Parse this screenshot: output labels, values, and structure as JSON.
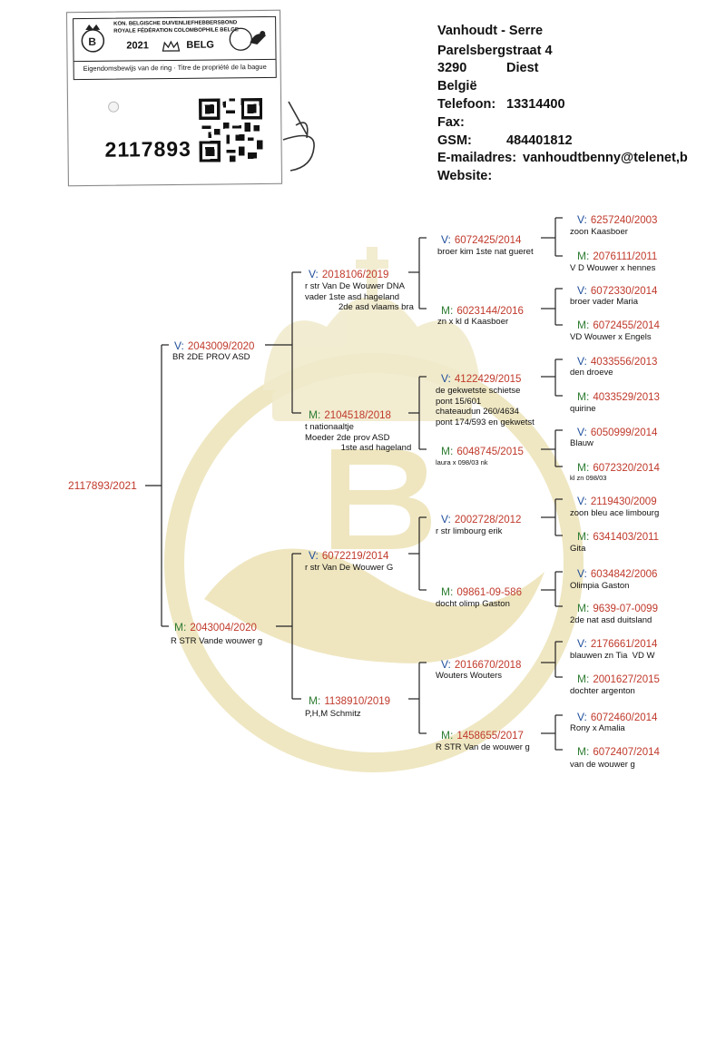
{
  "ring_card": {
    "federation_nl": "KON. BELGISCHE DUIVENLIEFHEBBERSBOND",
    "federation_fr": "ROYALE FÉDÉRATION COLOMBOPHILE BELGE",
    "year": "2021",
    "country": "BELG",
    "title": "Eigendomsbewijs van de ring · Titre de propriété de la bague",
    "ring_number": "2117893"
  },
  "owner": {
    "name": "Vanhoudt - Serre",
    "street": "Parelsbergstraat 4",
    "postcode": "3290",
    "city": "Diest",
    "country": "België",
    "phone_label": "Telefoon:",
    "phone": "13314400",
    "fax_label": "Fax:",
    "gsm_label": "GSM:",
    "gsm": "484401812",
    "email_label": "E-mailadres:",
    "email": "vanhoudtbenny@telenet,b",
    "website_label": "Website:"
  },
  "labels": {
    "sire": "V:",
    "dam": "M:"
  },
  "pedigree": {
    "root": "2117893/2021",
    "sire": {
      "id": "2043009/2020",
      "note": "BR 2DE PROV ASD"
    },
    "dam": {
      "id": "2043004/2020",
      "note": "R STR Vande wouwer g"
    },
    "ss": {
      "id": "2018106/2019",
      "note": "r str Van De Wouwer DNA\nvader 1ste asd hageland\n              2de asd vlaams bra"
    },
    "sd": {
      "id": "2104518/2018",
      "note": "t nationaaltje\nMoeder 2de prov ASD\n               1ste asd hageland"
    },
    "ds": {
      "id": "6072219/2014",
      "note": "r str Van De Wouwer G"
    },
    "dd": {
      "id": "1138910/2019",
      "note": "P,H,M Schmitz"
    },
    "sss": {
      "id": "6072425/2014",
      "note": "broer kim 1ste nat gueret"
    },
    "ssd": {
      "id": "6023144/2016",
      "note": "zn x kl d Kaasboer"
    },
    "sds": {
      "id": "4122429/2015",
      "note": "de gekwetste schietse\npont 15/601\nchateaudun 260/4634\npont 174/593 en gekwetst"
    },
    "sdd": {
      "id": "6048745/2015",
      "note": "laura x 098/03 nk"
    },
    "dss": {
      "id": "2002728/2012",
      "note": "r str limbourg erik"
    },
    "dsd": {
      "id": "09861-09-586",
      "note": "docht olimp Gaston"
    },
    "dds": {
      "id": "2016670/2018",
      "note": "Wouters Wouters"
    },
    "ddd": {
      "id": "1458655/2017",
      "note": "R STR Van de wouwer g"
    },
    "g1": {
      "id": "6257240/2003",
      "note": "zoon Kaasboer"
    },
    "g2": {
      "id": "2076111/2011",
      "note": "V D Wouwer x hennes"
    },
    "g3": {
      "id": "6072330/2014",
      "note": "broer vader Maria"
    },
    "g4": {
      "id": "6072455/2014",
      "note": "VD Wouwer x Engels"
    },
    "g5": {
      "id": "4033556/2013",
      "note": "den droeve"
    },
    "g6": {
      "id": "4033529/2013",
      "note": "quirine"
    },
    "g7": {
      "id": "6050999/2014",
      "note": "Blauw"
    },
    "g8": {
      "id": "6072320/2014",
      "note": "kl zn 098/03"
    },
    "g9": {
      "id": "2119430/2009",
      "note": "zoon bleu ace limbourg"
    },
    "g10": {
      "id": "6341403/2011",
      "note": "Gita"
    },
    "g11": {
      "id": "6034842/2006",
      "note": "Olimpia Gaston"
    },
    "g12": {
      "id": "9639-07-0099",
      "note": "2de nat asd duitsland"
    },
    "g13": {
      "id": "2176661/2014",
      "note": "blauwen zn Tia  VD W"
    },
    "g14": {
      "id": "2001627/2015",
      "note": "dochter argenton"
    },
    "g15": {
      "id": "6072460/2014",
      "note": "Rony x Amalia"
    },
    "g16": {
      "id": "6072407/2014",
      "note": "van de wouwer g"
    }
  }
}
